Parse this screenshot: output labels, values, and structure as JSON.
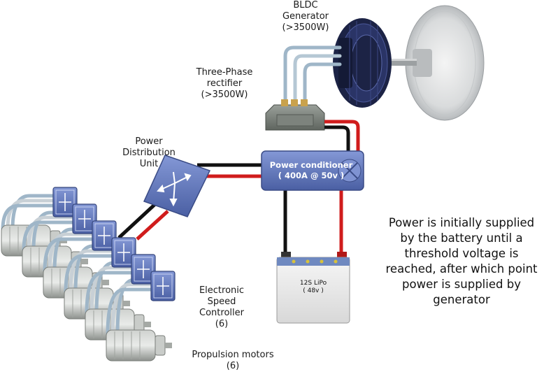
{
  "labels": {
    "generator": [
      "BLDC",
      "Generator",
      "(>3500W)"
    ],
    "rectifier": [
      "Three-Phase",
      "rectifier",
      "(>3500W)"
    ],
    "pdu": [
      "Power",
      "Distribution",
      "Unit"
    ],
    "conditioner": [
      "Power conditioner",
      "( 400A @ 50v )"
    ],
    "battery": [
      "12S LiPo",
      "( 48v )"
    ],
    "esc": [
      "Electronic",
      "Speed",
      "Controller",
      "(6)"
    ],
    "motors": [
      "Propulsion motors",
      "(6)"
    ]
  },
  "description": [
    "Power is initially supplied",
    "by the battery until a",
    "threshold voltage is",
    "reached, after which point",
    "power is supplied by",
    "generator"
  ],
  "counts": {
    "esc": 6,
    "motors": 6
  },
  "colors": {
    "wire_positive": "#d01c1c",
    "wire_negative": "#111111",
    "phase_wire": "#9fb6c8",
    "component_blue": "#5d74b8",
    "generator_dark": "#1c2345",
    "motor_gray": "#b8bcb8",
    "description_text": "#111111"
  }
}
